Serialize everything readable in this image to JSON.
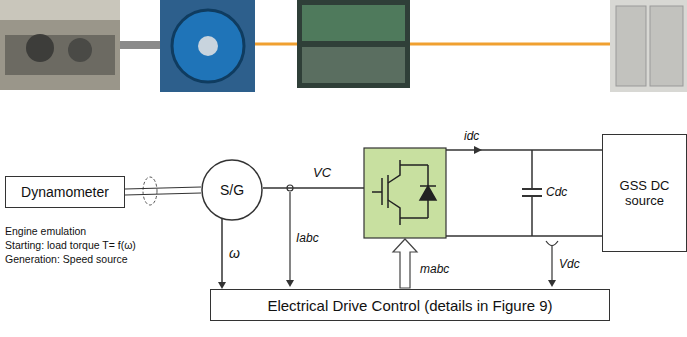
{
  "diagram": {
    "nodes": [
      {
        "text": [
          "Dynamometer"
        ]
      },
      {
        "text": [
          "S/G"
        ]
      },
      {
        "text": [
          "GSS DC source"
        ]
      },
      {
        "text": [
          "Electrical Drive Control (details in Figure 9)"
        ]
      }
    ],
    "edges": [
      {
        "from": 0,
        "to": 1,
        "arrow": "none"
      },
      {
        "from": 1,
        "to": 3,
        "arrow": "to",
        "label": "ω"
      }
    ],
    "labels": [
      "VC",
      "idc",
      "Cdc",
      "Engine emulation",
      "Starting: load torque T= f(ω)",
      "Generation: Speed source",
      "Iabc",
      "mabc",
      "Vdc"
    ]
  }
}
